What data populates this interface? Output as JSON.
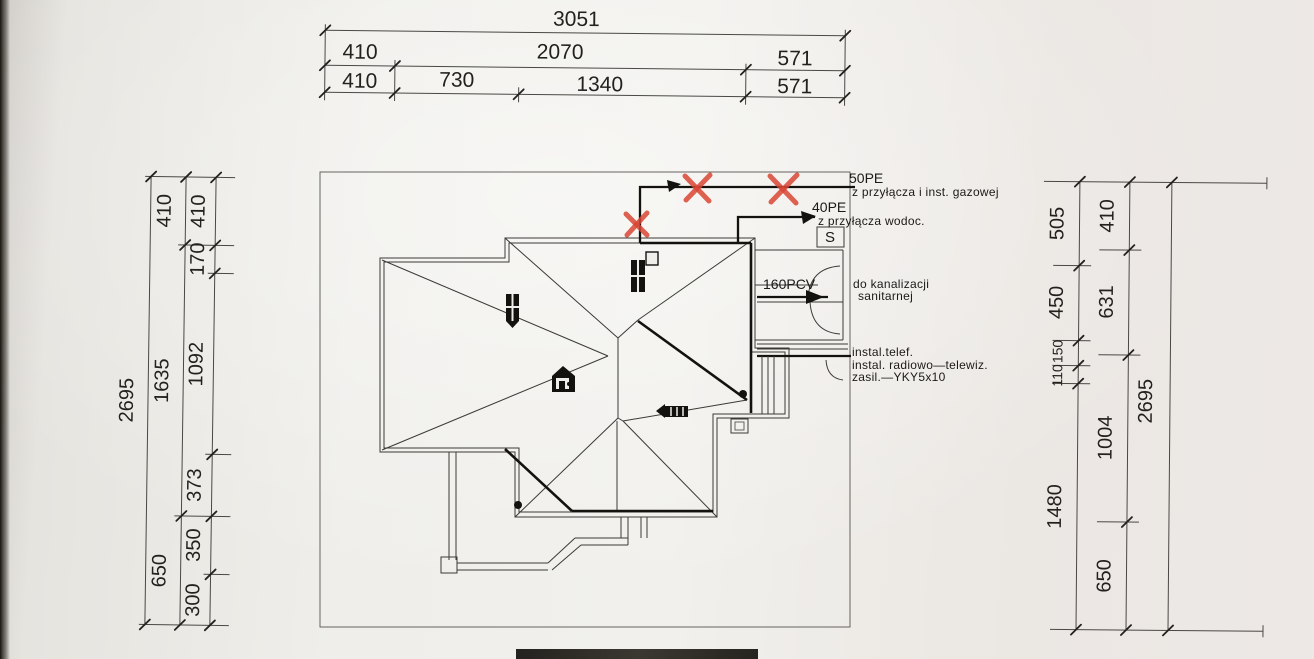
{
  "dims": {
    "top": {
      "total": "3051",
      "row2": [
        "410",
        "2070",
        "571"
      ],
      "row3": [
        "410",
        "730",
        "1340",
        "571"
      ]
    },
    "left": {
      "total": "2695",
      "outer": [
        "410",
        "1635",
        "650"
      ],
      "inner": [
        "410",
        "170",
        "1092",
        "373",
        "350",
        "300"
      ]
    },
    "right": {
      "total": "2695",
      "inner": [
        "505",
        "450",
        "150",
        "110",
        "1480"
      ],
      "outer": [
        "410",
        "631",
        "1004",
        "650"
      ]
    }
  },
  "ann": {
    "gas_size": "50PE",
    "gas_desc": "z przyłącza i inst. gazowej",
    "water_size": "40PE",
    "water_desc": "z przyłącza wodoc.",
    "s_label": "S",
    "sewer_size": "160PCV",
    "sewer_desc1": "do kanalizacji",
    "sewer_desc2": "sanitarnej",
    "inst1": "instal.telef.",
    "inst2": "instal. radiowo—telewiz.",
    "inst3": "zasil.—YKY5x10"
  },
  "colors": {
    "paper": "#efeeea",
    "ink": "#23211e",
    "red_mark": "#d84534"
  }
}
